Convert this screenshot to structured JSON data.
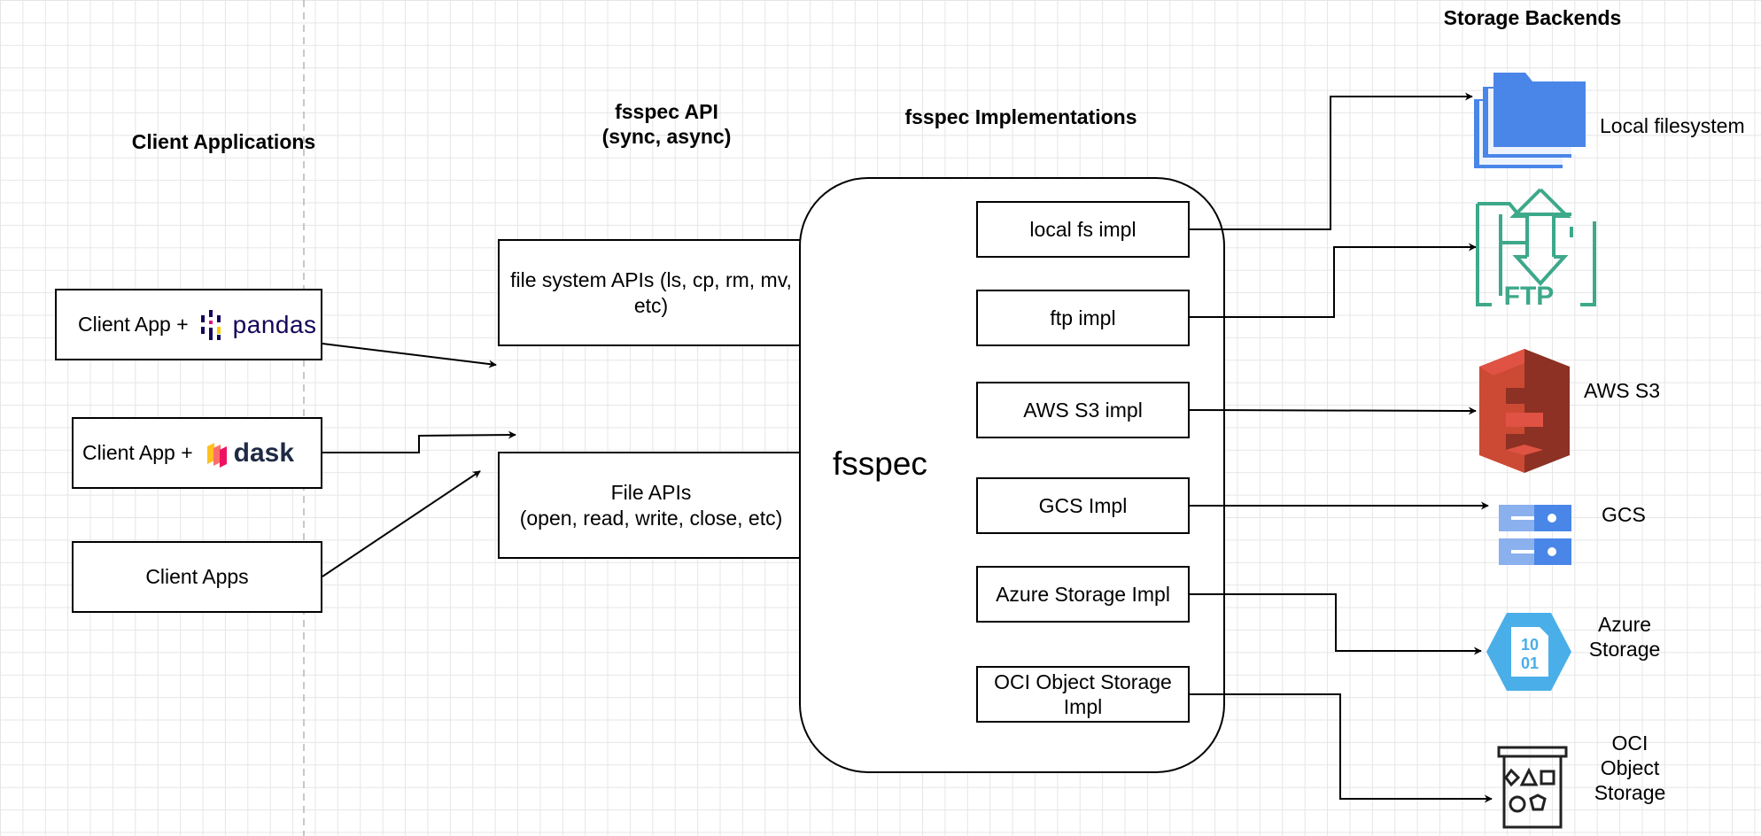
{
  "headings": {
    "client_apps": "Client Applications",
    "api": "fsspec API\n(sync, async)",
    "impls": "fsspec Implementations",
    "backends": "Storage Backends"
  },
  "clients": {
    "pandas_prefix": "Client App +",
    "pandas_logo": "pandas",
    "dask_prefix": "Client App +",
    "dask_logo": "dask",
    "generic": "Client Apps"
  },
  "api_boxes": {
    "fs_apis": "file system APIs (ls, cp, rm, mv, etc)",
    "file_apis": "File APIs\n(open, read, write, close, etc)"
  },
  "core": {
    "label": "fsspec"
  },
  "implementations": [
    "local fs impl",
    "ftp impl",
    "AWS S3 impl",
    "GCS Impl",
    "Azure Storage Impl",
    "OCI Object Storage\nImpl"
  ],
  "backends": {
    "local": "Local filesystem",
    "ftp_icon_text": "FTP",
    "s3": "AWS S3",
    "gcs": "GCS",
    "azure": "Azure\nStorage",
    "azure_icon_text": "10\n01",
    "oci": "OCI\nObject\nStorage"
  },
  "colors": {
    "folder_blue": "#4a86e8",
    "ftp_green": "#3da88a",
    "s3_red": "#cc4a34",
    "gcs_blue": "#8ab0ee",
    "azure_blue": "#4aaee8",
    "pandas_navy": "#150458",
    "dask_navy": "#1f2a44"
  }
}
